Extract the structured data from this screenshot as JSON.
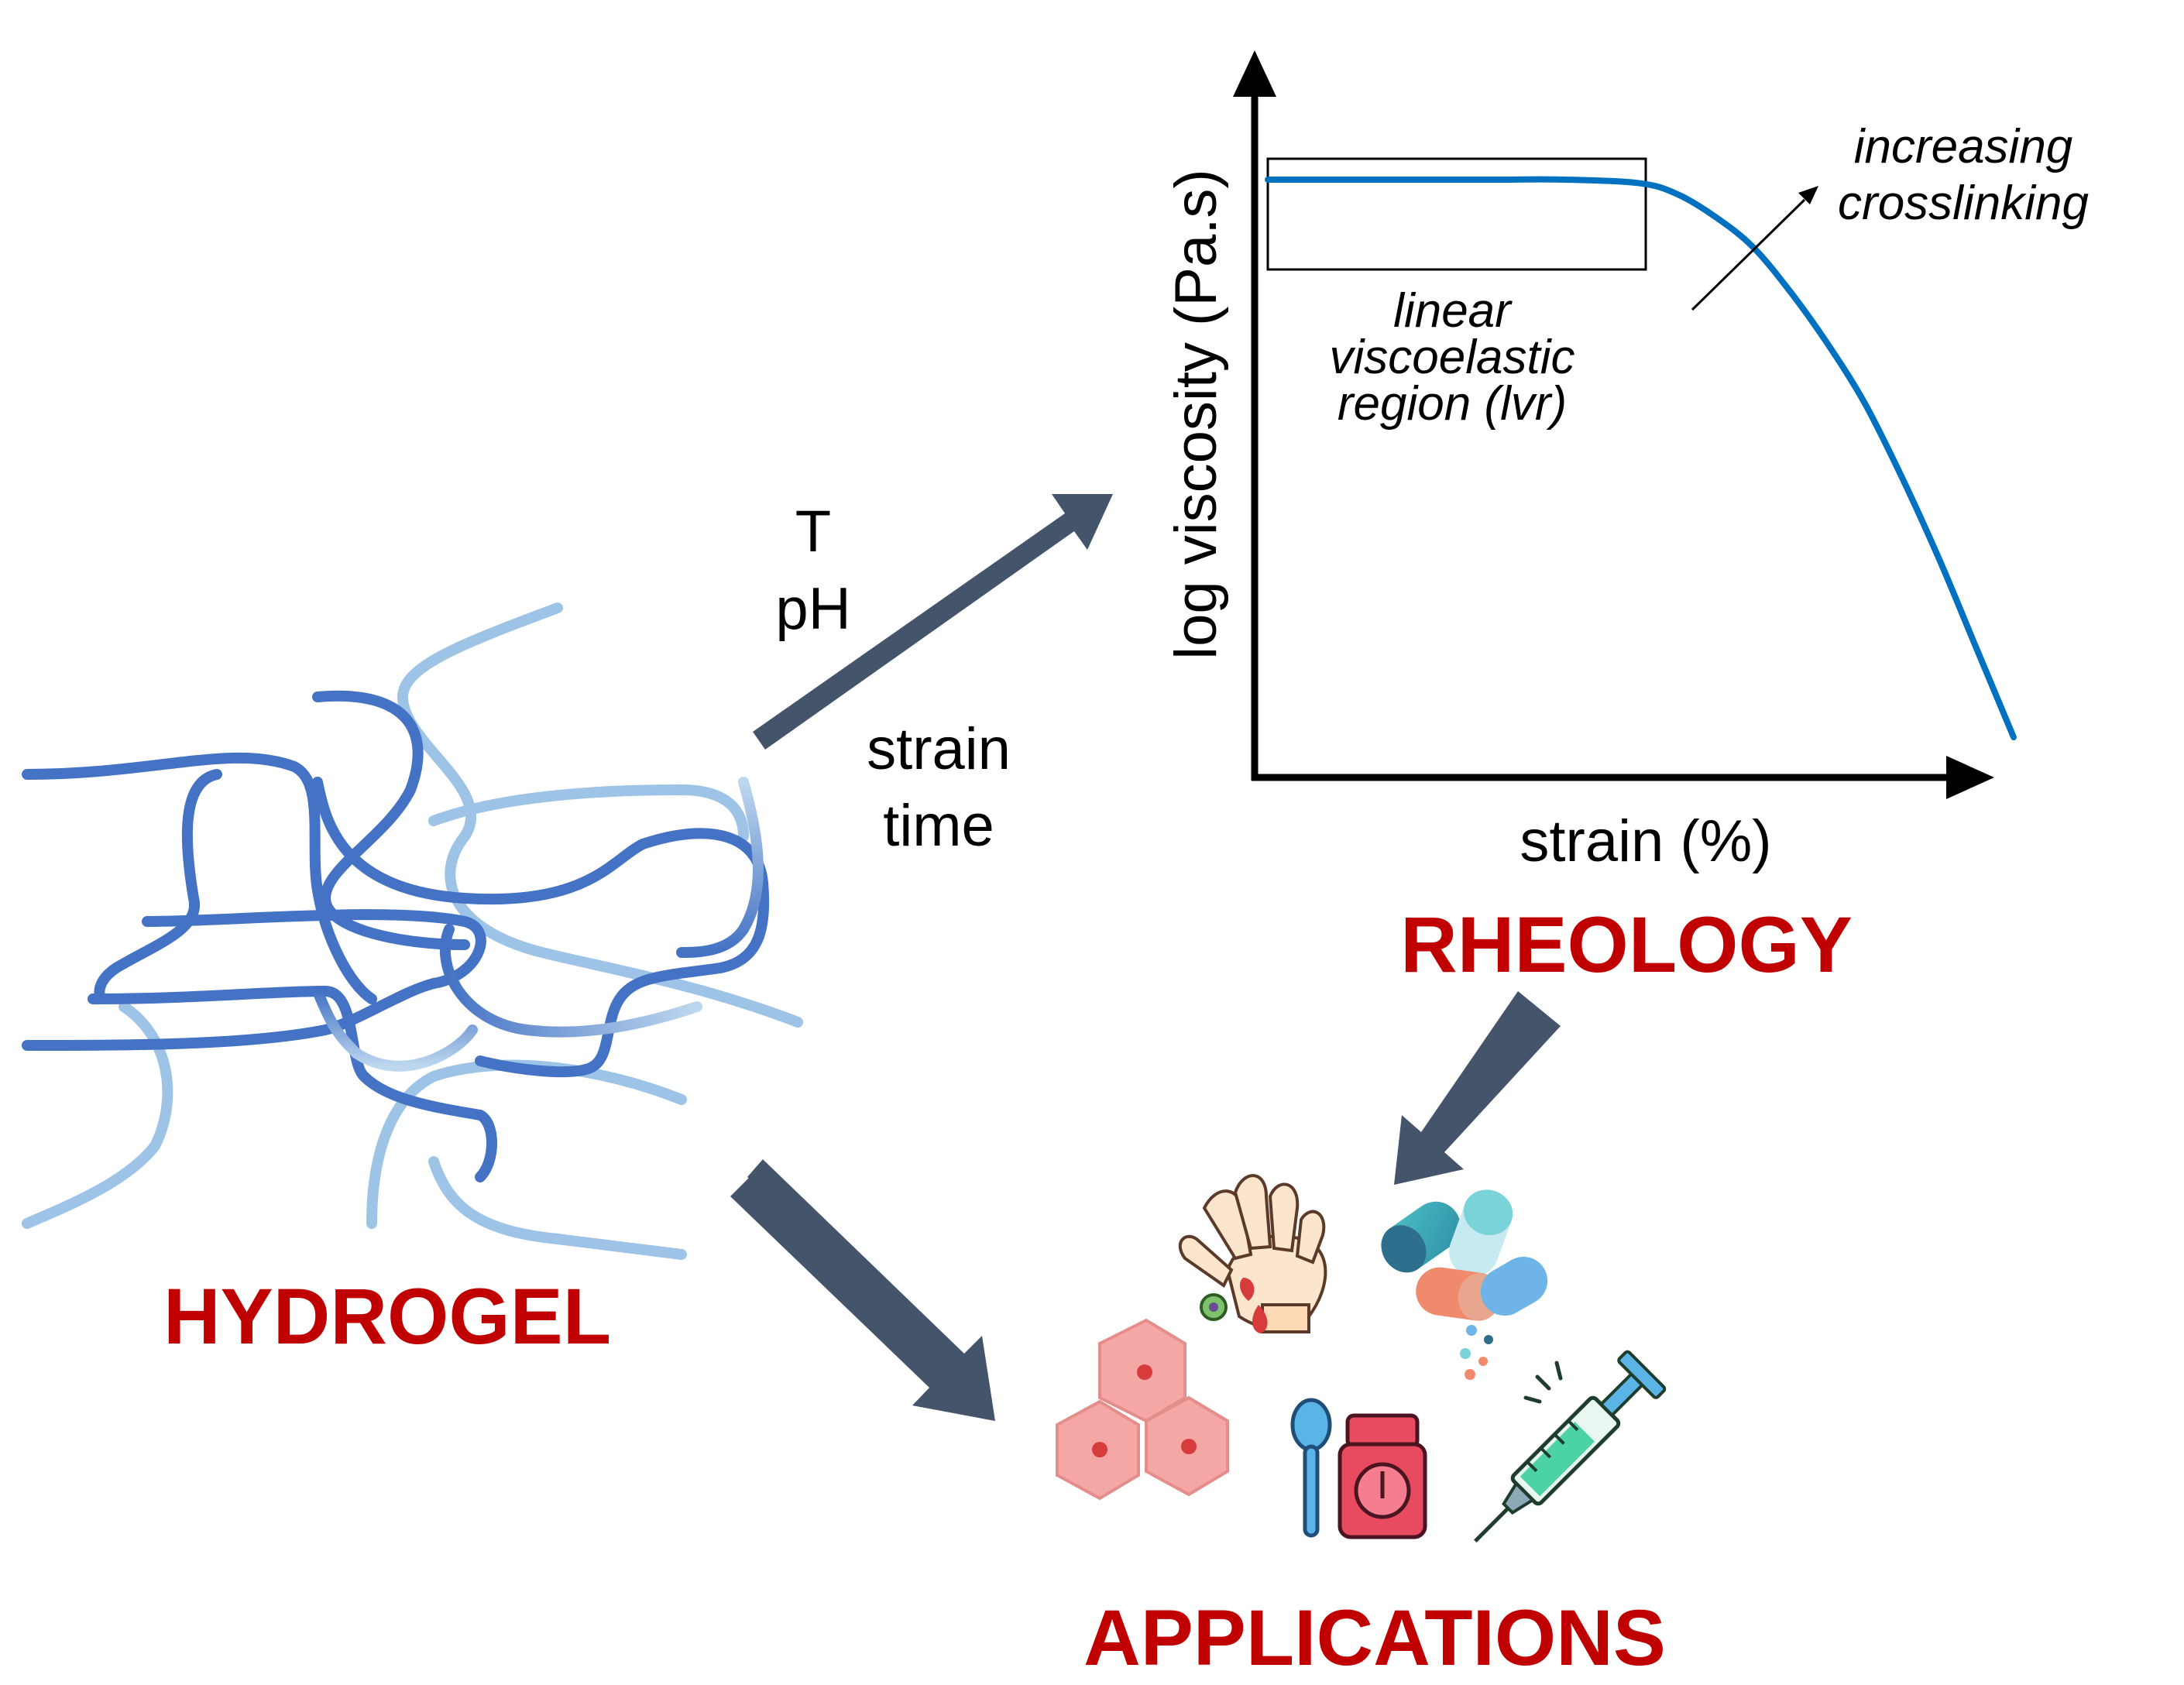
{
  "colors": {
    "heading": "#C00000",
    "arrow": "#44546A",
    "curve": "#0070C0",
    "strand_dark": "#4472C4",
    "strand_light": "#9DC3E6"
  },
  "hydrogel": {
    "label": "HYDROGEL"
  },
  "conditions": {
    "temperature": "T",
    "ph": "pH",
    "strain": "strain",
    "time": "time"
  },
  "rheology": {
    "label": "RHEOLOGY"
  },
  "applications": {
    "label": "APPLICATIONS",
    "icons": [
      "wound-glove-icon",
      "capsule-pills-icon",
      "cells-icon",
      "jar-spoon-icon",
      "syringe-icon"
    ]
  },
  "chart_data": {
    "type": "line",
    "title": "",
    "xlabel": "strain (%)",
    "ylabel": "log viscosity (Pa.s)",
    "grid": false,
    "legend": "none",
    "annotations": {
      "lvr_line1": "linear",
      "lvr_line2": "viscoelastic",
      "lvr_line3": "region (lvr)",
      "trend_line1": "increasing",
      "trend_line2": "crosslinking"
    },
    "x": [
      0,
      10,
      20,
      30,
      40,
      50,
      55,
      60,
      65,
      70,
      75,
      80,
      85,
      90,
      95,
      100
    ],
    "series": [
      {
        "values": [
          0.8,
          0.8,
          0.8,
          0.8,
          0.8,
          0.795,
          0.78,
          0.75,
          0.71,
          0.65,
          0.58,
          0.5,
          0.4,
          0.29,
          0.17,
          0.05
        ]
      }
    ],
    "xlim": [
      0,
      100
    ],
    "ylim": [
      0,
      1
    ]
  }
}
